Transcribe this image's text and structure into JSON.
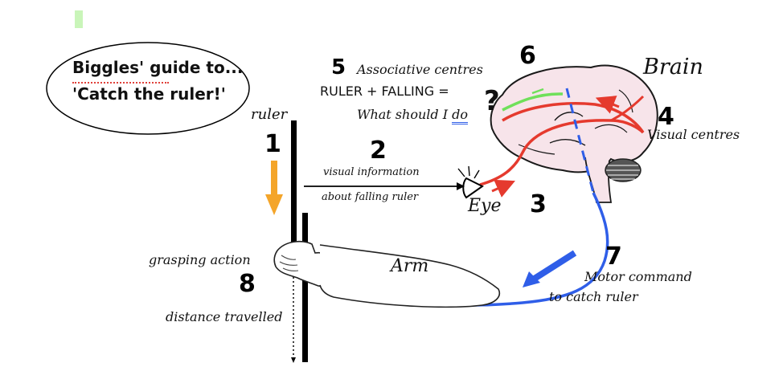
{
  "title_bubble": {
    "line1": "Biggles' guide to...",
    "line2": "'Catch the ruler!'"
  },
  "labels": {
    "ruler": "ruler",
    "visual_info_line1": "visual information",
    "visual_info_line2": "about falling ruler",
    "eye": "Eye",
    "brain": "Brain",
    "associative_centres": "Associative centres",
    "ruler_falling": "RULER + FALLING =",
    "what_should_i": "What should I ",
    "what_should_do": "do",
    "question_mark": "?",
    "visual_centres": "Visual centres",
    "motor_command_line1": "Motor command",
    "motor_command_line2": "to catch ruler",
    "arm": "Arm",
    "grasping_action": "grasping action",
    "distance_travelled": "distance travelled"
  },
  "step_numbers": {
    "n1": "1",
    "n2": "2",
    "n3": "3",
    "n4": "4",
    "n5": "5",
    "n6": "6",
    "n7": "7",
    "n8": "8"
  },
  "colors": {
    "visual_path": "#e53a2e",
    "motor_path": "#2f5ee8",
    "association_path": "#6fe05a",
    "fall_arrow": "#f4a52a",
    "brain_fill": "#f7e4ea",
    "corner_mark": "#c9f5b9"
  }
}
